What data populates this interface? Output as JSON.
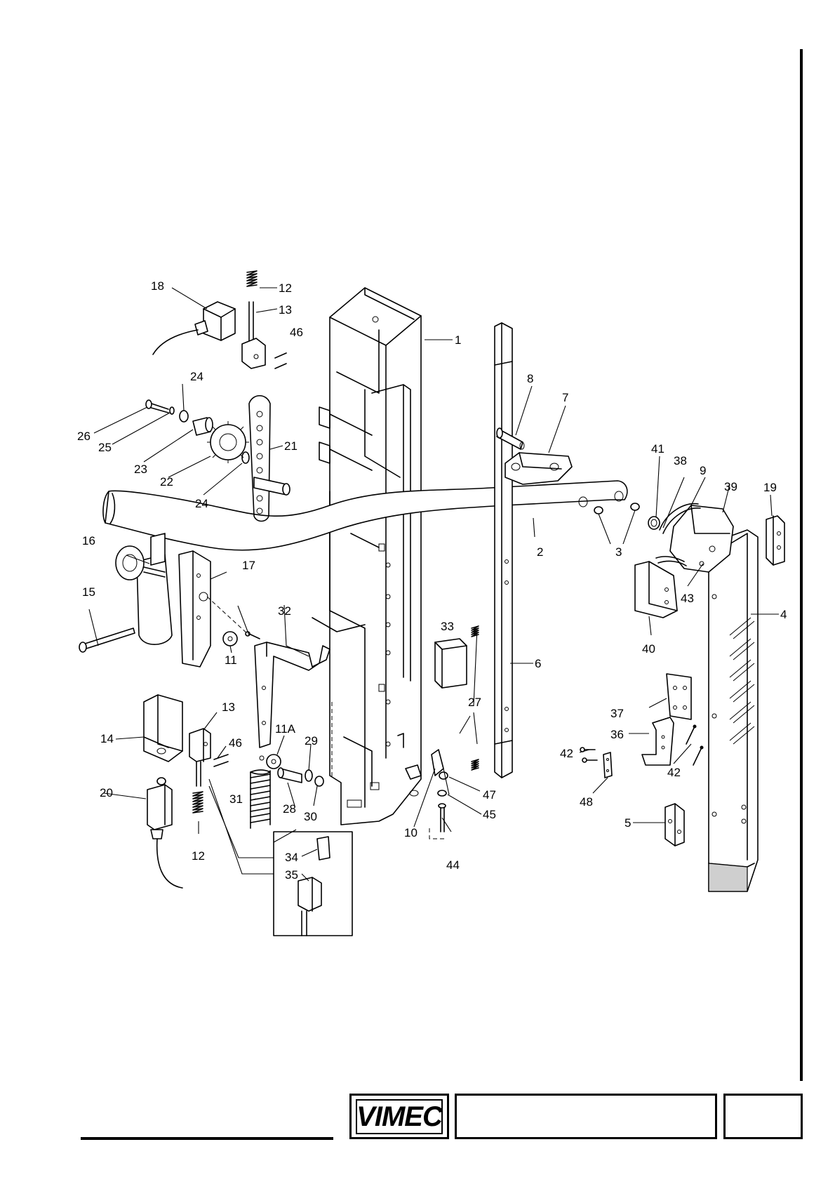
{
  "brand": {
    "logo_text": "VIMEC"
  },
  "callouts": [
    "1",
    "2",
    "3",
    "4",
    "5",
    "6",
    "7",
    "8",
    "9",
    "10",
    "11",
    "11A",
    "12",
    "13",
    "14",
    "15",
    "16",
    "17",
    "18",
    "19",
    "20",
    "21",
    "22",
    "23",
    "24",
    "25",
    "26",
    "27",
    "28",
    "29",
    "30",
    "31",
    "32",
    "33",
    "34",
    "35",
    "36",
    "37",
    "38",
    "39",
    "40",
    "41",
    "42",
    "43",
    "44",
    "45",
    "46",
    "47",
    "48"
  ],
  "labels": {
    "c1": "1",
    "c2": "2",
    "c3": "3",
    "c4": "4",
    "c5": "5",
    "c6": "6",
    "c7": "7",
    "c8": "8",
    "c9": "9",
    "c10": "10",
    "c11": "11",
    "c11a": "11A",
    "c12a": "12",
    "c12b": "12",
    "c13a": "13",
    "c13b": "13",
    "c14": "14",
    "c15": "15",
    "c16": "16",
    "c17": "17",
    "c18": "18",
    "c19": "19",
    "c20": "20",
    "c21": "21",
    "c22": "22",
    "c23": "23",
    "c24a": "24",
    "c24b": "24",
    "c25": "25",
    "c26": "26",
    "c27": "27",
    "c28": "28",
    "c29": "29",
    "c30": "30",
    "c31": "31",
    "c32": "32",
    "c33": "33",
    "c34": "34",
    "c35": "35",
    "c36": "36",
    "c37": "37",
    "c38": "38",
    "c39": "39",
    "c40": "40",
    "c41": "41",
    "c42a": "42",
    "c42b": "42",
    "c43": "43",
    "c44": "44",
    "c45": "45",
    "c46a": "46",
    "c46b": "46",
    "c47": "47",
    "c48": "48"
  },
  "title_block": {
    "title": "",
    "page": ""
  }
}
